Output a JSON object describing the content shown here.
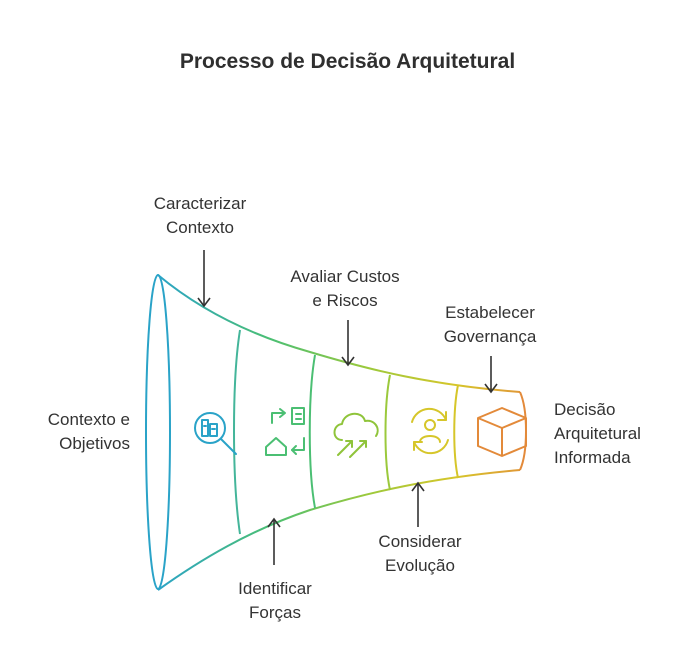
{
  "title": "Processo de Decisão Arquitetural",
  "labels": {
    "contexto": [
      "Contexto e",
      "Objetivos"
    ],
    "caracterizar": [
      "Caracterizar",
      "Contexto"
    ],
    "avaliar": [
      "Avaliar Custos",
      "e Riscos"
    ],
    "estabelecer": [
      "Estabelecer",
      "Governança"
    ],
    "decisao": [
      "Decisão",
      "Arquitetural",
      "Informada"
    ],
    "identificar": [
      "Identificar",
      "Forças"
    ],
    "considerar": [
      "Considerar",
      "Evolução"
    ]
  },
  "stages": [
    {
      "name": "caracterizar",
      "color": "#2aa3c8",
      "icon": "search-document-icon"
    },
    {
      "name": "identificar",
      "color": "#4bbf73",
      "icon": "flow-arrows-icon"
    },
    {
      "name": "avaliar",
      "color": "#9bc93c",
      "icon": "cloud-growth-icon"
    },
    {
      "name": "considerar",
      "color": "#d6c62a",
      "icon": "user-cycle-icon"
    },
    {
      "name": "estabelecer",
      "color": "#e38a3a",
      "icon": "box-icon"
    }
  ]
}
